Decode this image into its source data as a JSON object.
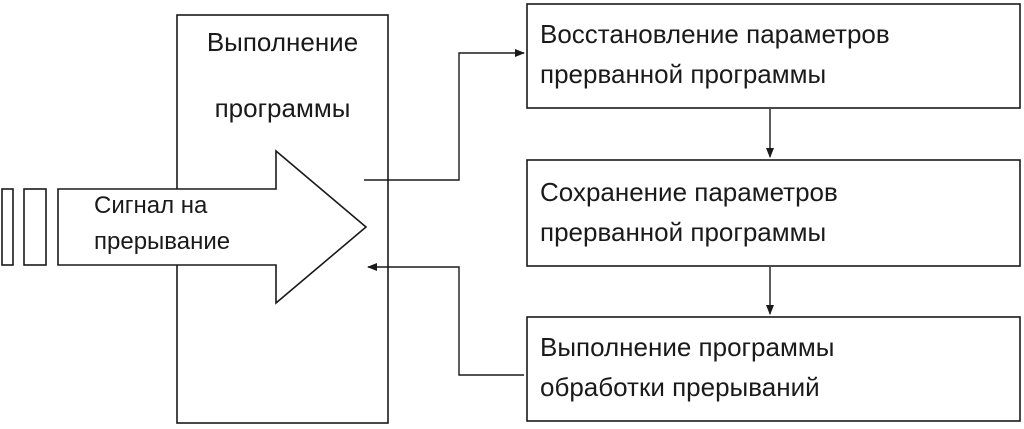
{
  "main_block": {
    "line1": "Выполнение",
    "line2": "программы"
  },
  "signal": {
    "line1": "Сигнал на",
    "line2": "прерывание"
  },
  "steps": [
    {
      "line1": "Восстановление параметров",
      "line2": "прерванной программы"
    },
    {
      "line1": "Сохранение параметров",
      "line2": "прерванной программы"
    },
    {
      "line1": "Выполнение программы",
      "line2": "обработки прерываний"
    }
  ]
}
